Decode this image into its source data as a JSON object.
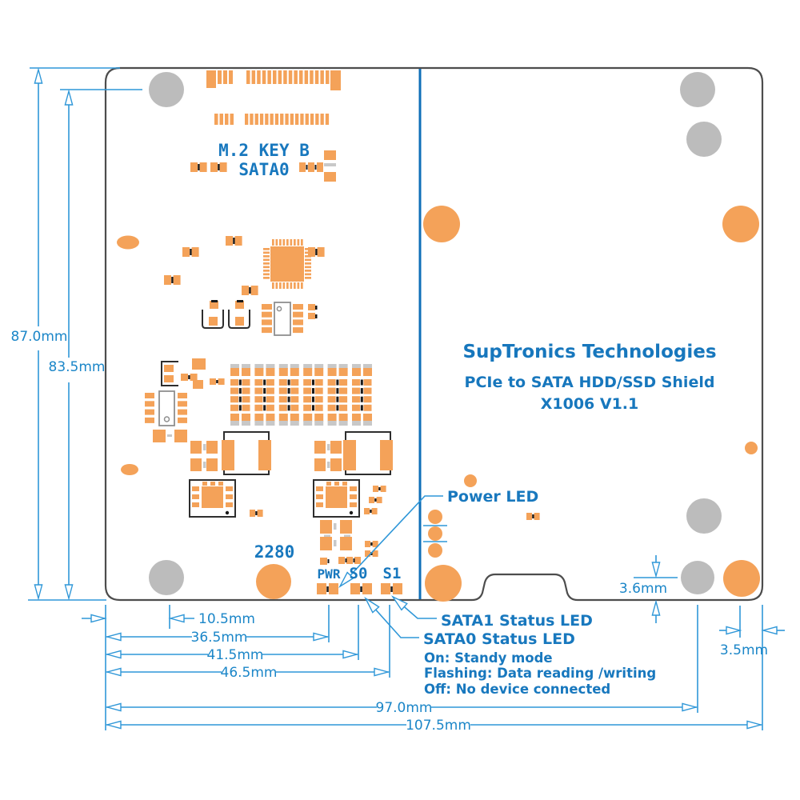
{
  "diagram": {
    "brand": "SupTronics Technologies",
    "product": "PCIe to SATA HDD/SSD Shield",
    "version": "X1006 V1.1"
  },
  "silkscreen": {
    "connector": "M.2 KEY B",
    "port": "SATA0",
    "form_factor": "2280",
    "pwr": "PWR",
    "s0": "S0",
    "s1": "S1"
  },
  "callouts": {
    "power_led": "Power LED",
    "sata1_led": "SATA1 Status LED",
    "sata0_led": "SATA0 Status LED",
    "led_states": [
      "On: Standy mode",
      "Flashing: Data reading /writing",
      "Off: No device connected"
    ]
  },
  "dimensions": {
    "board_height": "87.0mm",
    "hole_to_bottom": "83.5mm",
    "edge_to_hole": "10.5mm",
    "edge_to_pwr_led": "36.5mm",
    "edge_to_sata0_led": "41.5mm",
    "edge_to_sata1_led": "46.5mm",
    "hole_span": "97.0mm",
    "board_width": "107.5mm",
    "hole_to_bottom_edge": "3.6mm",
    "hole_to_right_edge": "3.5mm"
  },
  "colors": {
    "pad_orange": "#F4A259",
    "hole_gray": "#BCBCBC",
    "dimension_blue": "#2F97D8",
    "text_blue": "#1878BE",
    "board_outline": "#4D4D4D"
  }
}
